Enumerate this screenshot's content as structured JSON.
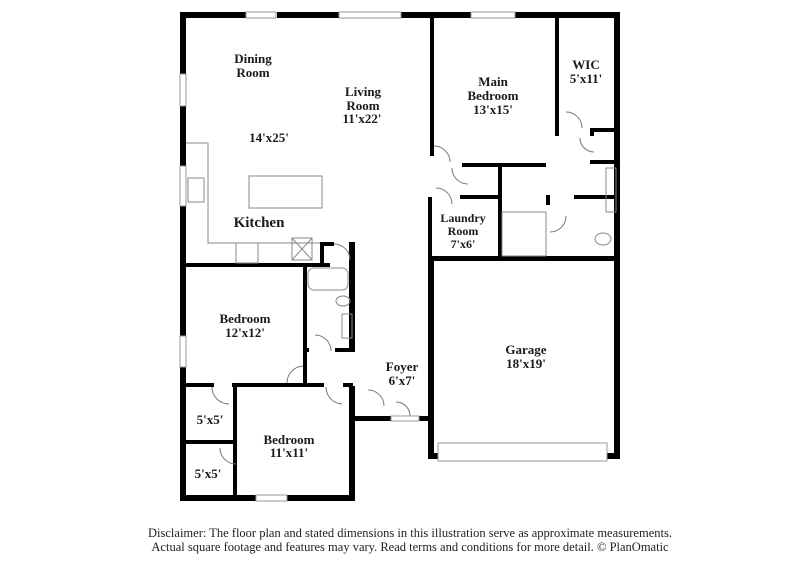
{
  "rooms": {
    "dining": {
      "name_line1": "Dining",
      "name_line2": "Room"
    },
    "dining_living_size": "14'x25'",
    "living": {
      "name_line1": "Living",
      "name_line2": "Room",
      "size": "11'x22'"
    },
    "main_bedroom": {
      "name_line1": "Main",
      "name_line2": "Bedroom",
      "size": "13'x15'"
    },
    "wic": {
      "name": "WIC",
      "size": "5'x11'"
    },
    "kitchen": {
      "name": "Kitchen"
    },
    "laundry": {
      "name_line1": "Laundry",
      "name_line2": "Room",
      "size": "7'x6'"
    },
    "bedroom_2": {
      "name": "Bedroom",
      "size": "12'x12'"
    },
    "garage": {
      "name": "Garage",
      "size": "18'x19'"
    },
    "foyer": {
      "name": "Foyer",
      "size": "6'x7'"
    },
    "closet_1": {
      "size": "5'x5'"
    },
    "bedroom_3": {
      "name": "Bedroom",
      "size": "11'x11'"
    },
    "closet_2": {
      "size": "5'x5'"
    }
  },
  "disclaimer": {
    "line1": "Disclaimer: The floor plan and stated dimensions in this illustration serve as approximate measurements.",
    "line2": "Actual square footage and features may vary. Read terms and conditions for more detail. © PlanOmatic"
  }
}
